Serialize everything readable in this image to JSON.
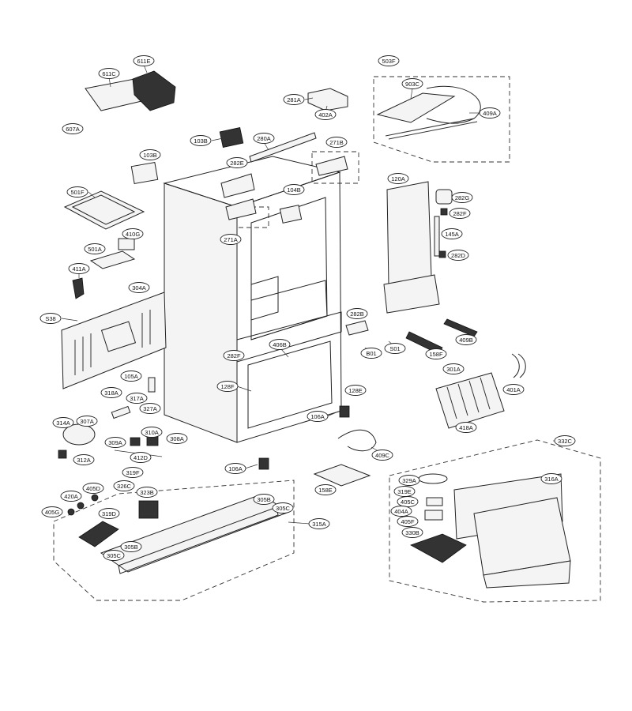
{
  "callouts": [
    {
      "id": "611C"
    },
    {
      "id": "611E"
    },
    {
      "id": "503F"
    },
    {
      "id": "903C"
    },
    {
      "id": "409A"
    },
    {
      "id": "607A"
    },
    {
      "id": "281A"
    },
    {
      "id": "402A"
    },
    {
      "id": "103B"
    },
    {
      "id": "280A"
    },
    {
      "id": "271B"
    },
    {
      "id": "103B"
    },
    {
      "id": "282E"
    },
    {
      "id": "104B"
    },
    {
      "id": "120A"
    },
    {
      "id": "282G"
    },
    {
      "id": "282F"
    },
    {
      "id": "501F"
    },
    {
      "id": "145A"
    },
    {
      "id": "410G"
    },
    {
      "id": "271A"
    },
    {
      "id": "501A"
    },
    {
      "id": "282D"
    },
    {
      "id": "411A"
    },
    {
      "id": "304A"
    },
    {
      "id": "S38"
    },
    {
      "id": "282B"
    },
    {
      "id": "406B"
    },
    {
      "id": "409B"
    },
    {
      "id": "B01"
    },
    {
      "id": "S01"
    },
    {
      "id": "158F"
    },
    {
      "id": "282F"
    },
    {
      "id": "105A"
    },
    {
      "id": "301A"
    },
    {
      "id": "128F"
    },
    {
      "id": "128E"
    },
    {
      "id": "401A"
    },
    {
      "id": "318A"
    },
    {
      "id": "317A"
    },
    {
      "id": "327A"
    },
    {
      "id": "106A"
    },
    {
      "id": "418A"
    },
    {
      "id": "314A"
    },
    {
      "id": "307A"
    },
    {
      "id": "310A"
    },
    {
      "id": "309A"
    },
    {
      "id": "308A"
    },
    {
      "id": "312A"
    },
    {
      "id": "412D"
    },
    {
      "id": "409C"
    },
    {
      "id": "332C"
    },
    {
      "id": "106A"
    },
    {
      "id": "319F"
    },
    {
      "id": "158E"
    },
    {
      "id": "329A"
    },
    {
      "id": "316A"
    },
    {
      "id": "405D"
    },
    {
      "id": "326C"
    },
    {
      "id": "319E"
    },
    {
      "id": "420A"
    },
    {
      "id": "323B"
    },
    {
      "id": "305B"
    },
    {
      "id": "405C"
    },
    {
      "id": "405G"
    },
    {
      "id": "319D"
    },
    {
      "id": "305C"
    },
    {
      "id": "404A"
    },
    {
      "id": "315A"
    },
    {
      "id": "405F"
    },
    {
      "id": "330B"
    },
    {
      "id": "305B"
    },
    {
      "id": "305C"
    }
  ]
}
